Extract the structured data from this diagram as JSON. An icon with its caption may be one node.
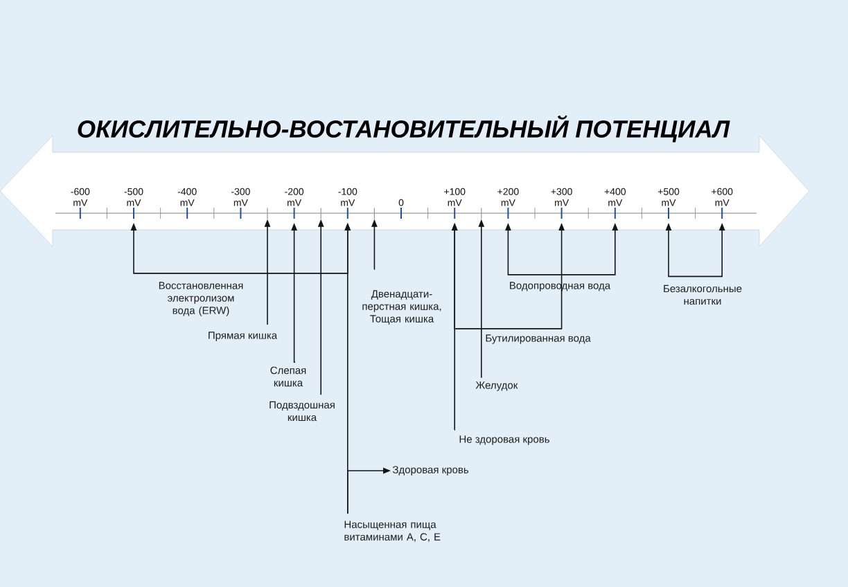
{
  "diagram": {
    "title": "ОКИСЛИТЕЛЬНО-ВОСТАНОВИТЕЛЬНЫЙ ПОТЕНЦИАЛ",
    "nodes": [
      {
        "text": [
          "-600 mV"
        ]
      },
      {
        "text": [
          "-500 mV"
        ]
      },
      {
        "text": [
          "-400 mV"
        ]
      },
      {
        "text": [
          "-300 mV"
        ]
      },
      {
        "text": [
          "-200 mV"
        ]
      },
      {
        "text": [
          "-100 mV"
        ]
      },
      {
        "text": [
          "0"
        ]
      },
      {
        "text": [
          "+100 mV"
        ]
      },
      {
        "text": [
          "+200 mV"
        ]
      },
      {
        "text": [
          "+300 mV"
        ]
      },
      {
        "text": [
          "+400 mV"
        ]
      },
      {
        "text": [
          "+500 mV"
        ]
      },
      {
        "text": [
          "+600 mV"
        ]
      },
      {
        "text": [
          "Восстановленная электролизом вода (ERW)"
        ]
      },
      {
        "text": [
          "Двенадцати-перстная кишка, Тощая кишка"
        ]
      },
      {
        "text": [
          "Водопроводная вода"
        ]
      },
      {
        "text": [
          "Безалкогольные напитки"
        ]
      },
      {
        "text": [
          "Прямая кишка"
        ]
      },
      {
        "text": [
          "Бутилированная вода"
        ]
      },
      {
        "text": [
          "Слепая кишка"
        ]
      },
      {
        "text": [
          "Желудок"
        ]
      },
      {
        "text": [
          "Подвздошная кишка"
        ]
      },
      {
        "text": [
          "Не здоровая кровь"
        ]
      },
      {
        "text": [
          "Здоровая кровь"
        ]
      },
      {
        "text": [
          "Насыщенная пища витаминами А, С, Е"
        ]
      },
      {
        "text": [],
        "shape": "bar"
      },
      {
        "text": [],
        "shape": "bar"
      },
      {
        "text": [],
        "shape": "bar"
      },
      {
        "text": [],
        "shape": "bar"
      }
    ],
    "edges": [
      {
        "from": 13,
        "to": 1,
        "arrow": "to"
      },
      {
        "from": 13,
        "to": 5,
        "arrow": "to"
      },
      {
        "from": 17,
        "to": 25,
        "arrow": "to"
      },
      {
        "from": 19,
        "to": 4,
        "arrow": "to"
      },
      {
        "from": 21,
        "to": 26,
        "arrow": "to"
      },
      {
        "from": 24,
        "to": 5,
        "arrow": "to"
      },
      {
        "from": 24,
        "to": 23,
        "arrow": "to"
      },
      {
        "from": 14,
        "to": 27,
        "arrow": "to"
      },
      {
        "from": 22,
        "to": 7,
        "arrow": "to"
      },
      {
        "from": 18,
        "to": 7,
        "arrow": "to"
      },
      {
        "from": 18,
        "to": 9,
        "arrow": "to"
      },
      {
        "from": 20,
        "to": 28,
        "arrow": "to"
      },
      {
        "from": 15,
        "to": 8,
        "arrow": "to"
      },
      {
        "from": 15,
        "to": 10,
        "arrow": "to"
      },
      {
        "from": 16,
        "to": 11,
        "arrow": "to"
      },
      {
        "from": 16,
        "to": 12,
        "arrow": "to"
      }
    ]
  }
}
